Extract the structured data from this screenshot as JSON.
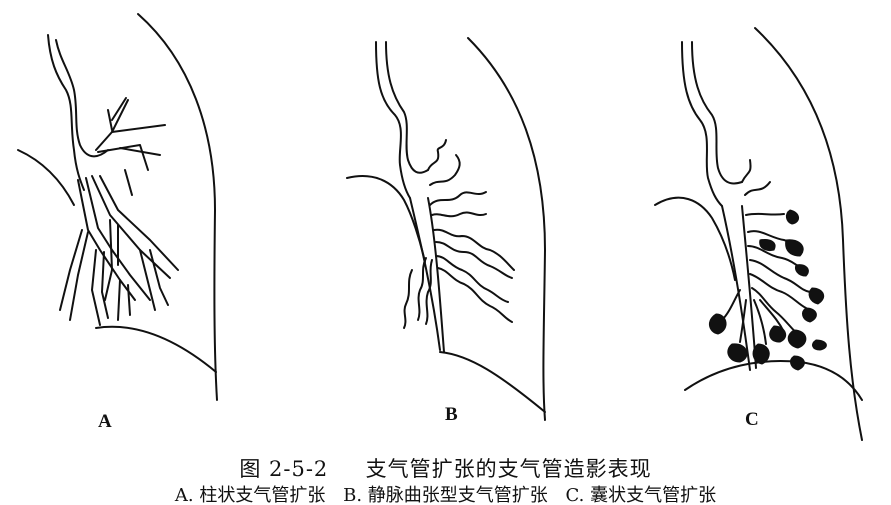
{
  "figure": {
    "panels": [
      {
        "label": "A"
      },
      {
        "label": "B"
      },
      {
        "label": "C"
      }
    ],
    "caption_number": "图 2-5-2",
    "caption_title": "支气管扩张的支气管造影表现",
    "legend_items": [
      "A. 柱状支气管扩张",
      "B. 静脉曲张型支气管扩张",
      "C. 囊状支气管扩张"
    ],
    "line_color": "#111111"
  }
}
